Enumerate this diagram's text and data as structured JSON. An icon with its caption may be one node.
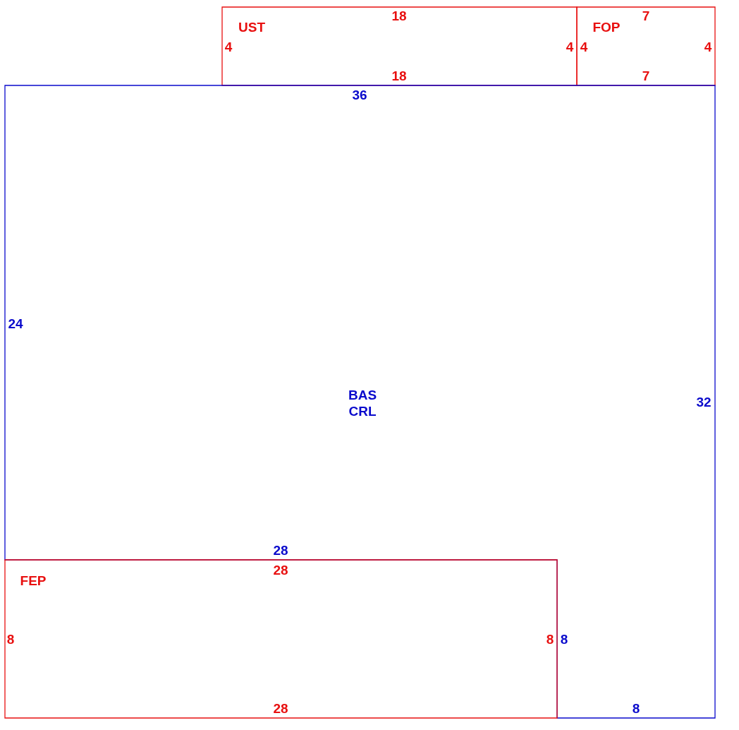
{
  "diagram": {
    "nodes": [
      {
        "text": [
          "UST",
          "18",
          "4",
          "4",
          "18"
        ]
      },
      {
        "text": [
          "FOP",
          "7",
          "4",
          "4",
          "7"
        ]
      },
      {
        "text": [
          "BAS CRL",
          "36",
          "24",
          "32",
          "28",
          "8",
          "8"
        ]
      },
      {
        "text": [
          "FEP",
          "28",
          "8",
          "8",
          "28"
        ]
      }
    ]
  }
}
